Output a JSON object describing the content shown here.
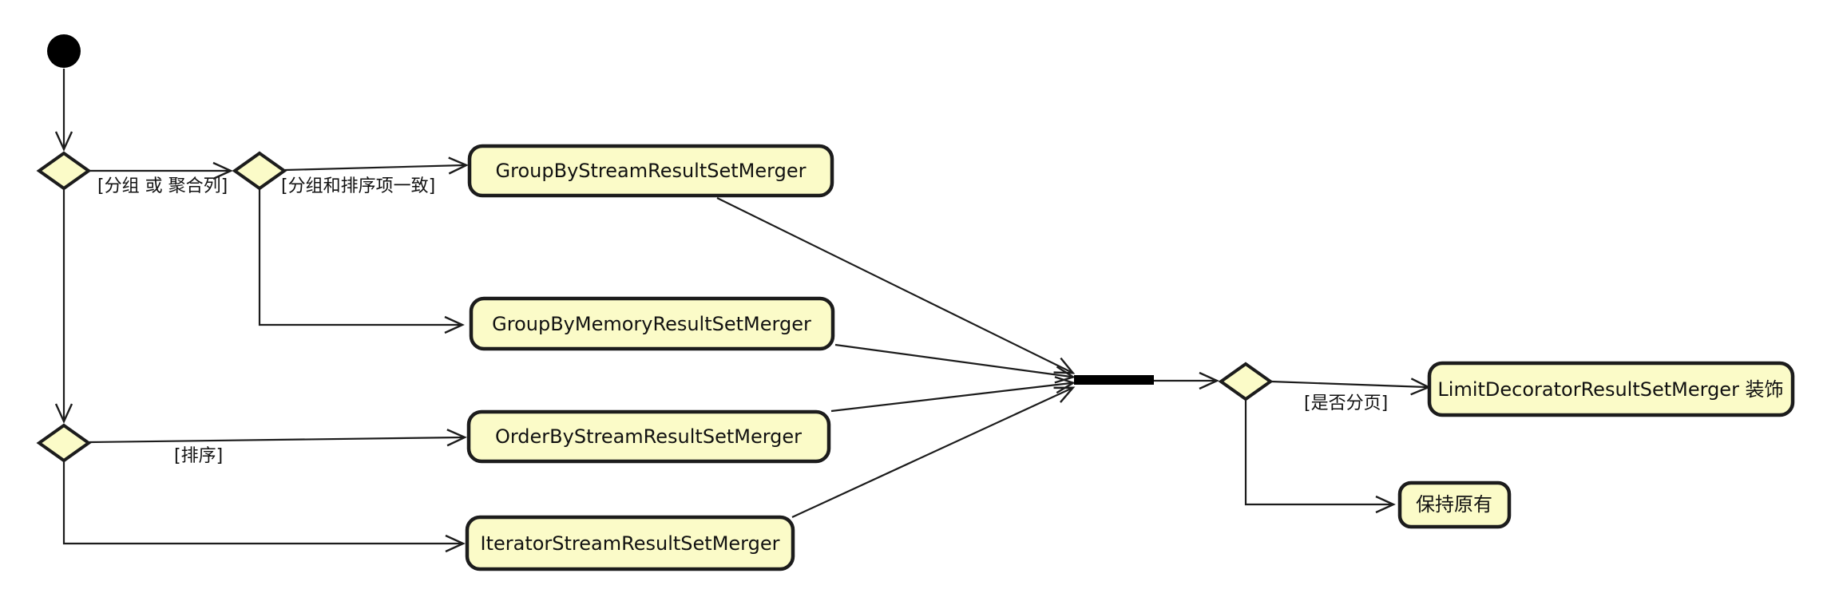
{
  "diagram": {
    "type": "uml-activity-diagram",
    "nodes": {
      "group_by_stream": "GroupByStreamResultSetMerger",
      "group_by_memory": "GroupByMemoryResultSetMerger",
      "order_by_stream": "OrderByStreamResultSetMerger",
      "iterator_stream": "IteratorStreamResultSetMerger",
      "limit_decorator": "LimitDecoratorResultSetMerger 装饰",
      "keep_original": "保持原有"
    },
    "edge_labels": {
      "group_or_aggregation": "[分组 或 聚合列]",
      "group_sort_match": "[分组和排序项一致]",
      "sort": "[排序]",
      "paging": "[是否分页]"
    },
    "colors": {
      "node_fill": "#FBFBC8",
      "node_border": "#1C1C1C",
      "line": "#1C1C1C",
      "bar": "#000000",
      "text": "#111111",
      "background": "#FFFFFF"
    }
  }
}
